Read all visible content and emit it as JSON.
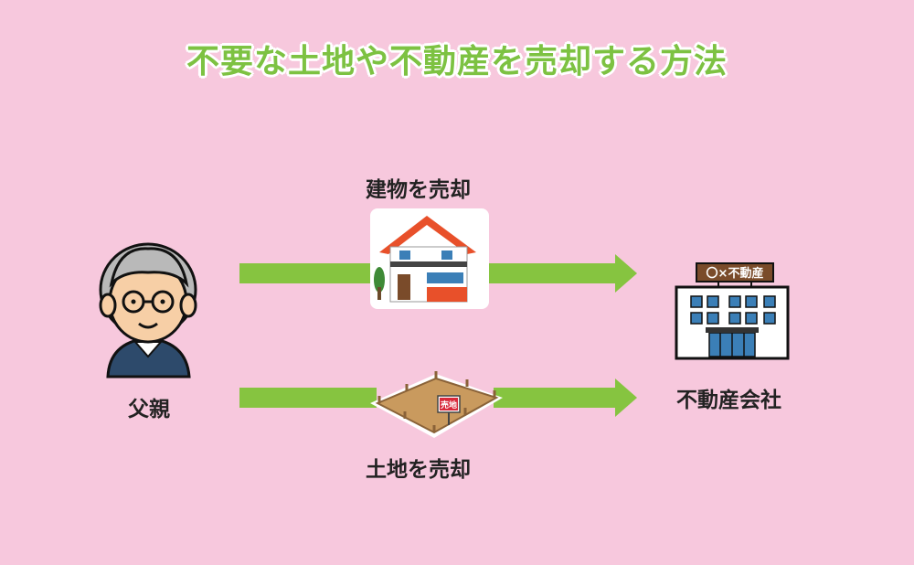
{
  "title": "不要な土地や不動産を売却する方法",
  "actors": {
    "father": "父親",
    "company": "不動産会社"
  },
  "flows": {
    "building": "建物を売却",
    "land": "土地を売却"
  },
  "signs": {
    "company_sign": "〇×不動産",
    "land_sign": "売地"
  },
  "colors": {
    "background": "#f7c8dd",
    "title": "#7dc242",
    "arrow": "#86c440"
  }
}
